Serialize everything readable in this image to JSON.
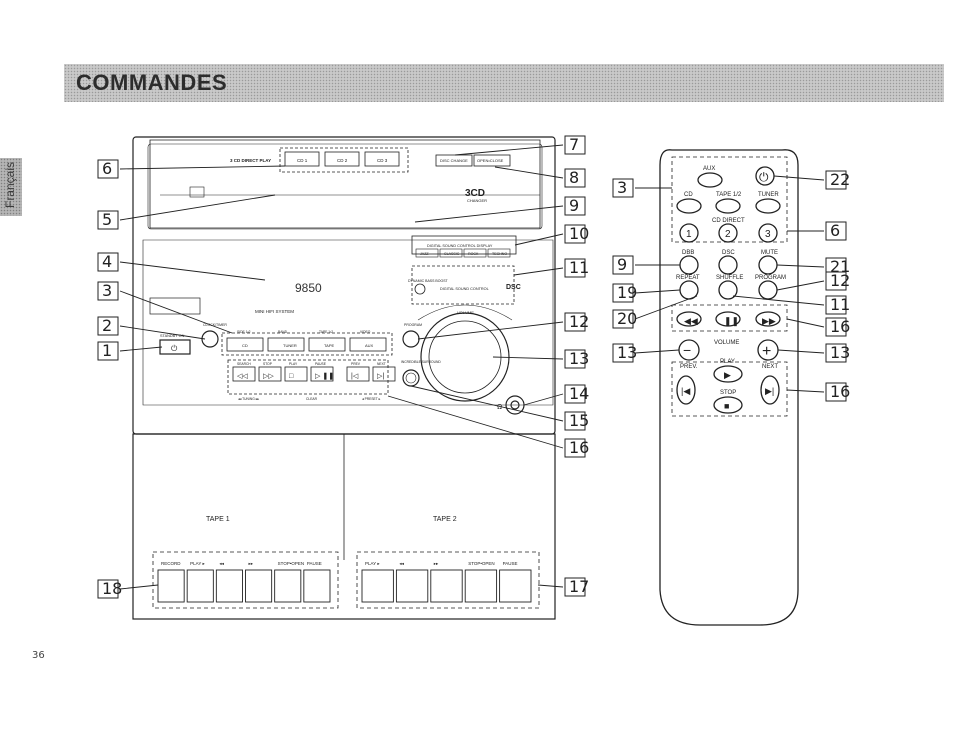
{
  "header": {
    "title": "COMMANDES"
  },
  "side_tab": {
    "label": "Français"
  },
  "page_number": "36",
  "unit": {
    "direct_play_label": "3 CD DIRECT PLAY",
    "cd_buttons": [
      "CD 1",
      "CD 2",
      "CD 3"
    ],
    "disc_change": "DISC CHANGE",
    "open_close": "OPEN•CLOSE",
    "brand": "3CD",
    "brand_sub": "CHANGER",
    "dsc_panel_title": "DIGITAL SOUND CONTROL DISPLAY",
    "dsc_modes": [
      "JAZZ",
      "CLASSIC",
      "ROCK",
      "TECHNO"
    ],
    "dsc_caption": "DIGITAL SOUND CONTROL",
    "dsc_label": "DSC",
    "dbb_label": "DYNAMIC BASS BOOST",
    "display_digits": "9850",
    "model": "MINI HIFI SYSTEM",
    "clock_timer": "CLOCK/TIMER",
    "standby_on": "STANDBY ON",
    "source_top": [
      "SIDE 1•2",
      "BAND",
      "TAPE 1•2",
      "VIDEO"
    ],
    "sources": [
      "CD",
      "TUNER",
      "TAPE",
      "AUX"
    ],
    "program": "PROGRAM",
    "volume": "VOLUME",
    "transport_top": [
      "SEARCH",
      "STOP",
      "PLAY",
      "PAUSE",
      "PREV",
      "NEXT"
    ],
    "transport_bottom": [
      "◂◂ TUNING ▸▸",
      "CLEAR",
      "◂ PRESET ▸"
    ],
    "incredible": "INCREDIBLE SURROUND",
    "phones": "Ω",
    "tape1": "TAPE 1",
    "tape2": "TAPE 2",
    "deck1_keys": [
      "RECORD",
      "PLAY ▸",
      "◂◂",
      "▸▸",
      "STOP•OPEN",
      "PAUSE"
    ],
    "deck2_keys": [
      "PLAY ▸",
      "◂◂",
      "▸▸",
      "STOP•OPEN",
      "PAUSE"
    ]
  },
  "remote": {
    "aux": "AUX",
    "cd": "CD",
    "tape12": "TAPE 1/2",
    "tuner": "TUNER",
    "cd_direct": "CD DIRECT",
    "cd_nums": [
      "1",
      "2",
      "3"
    ],
    "dbb": "DBB",
    "dsc": "DSC",
    "mute": "MUTE",
    "repeat": "REPEAT",
    "shuffle": "SHUFFLE",
    "program": "PROGRAM",
    "volume": "VOLUME",
    "prev": "PREV.",
    "play": "PLAY",
    "next": "NEXT",
    "stop": "STOP"
  },
  "callouts": {
    "left": [
      "6",
      "5",
      "4",
      "3",
      "2",
      "1",
      "18"
    ],
    "right": [
      "7",
      "8",
      "9",
      "10",
      "11",
      "12",
      "13",
      "14",
      "15",
      "16",
      "17"
    ],
    "remote_left": [
      "3",
      "9",
      "19",
      "20",
      "13"
    ],
    "remote_right": [
      "22",
      "6",
      "21",
      "12",
      "11",
      "16",
      "13",
      "16"
    ]
  }
}
